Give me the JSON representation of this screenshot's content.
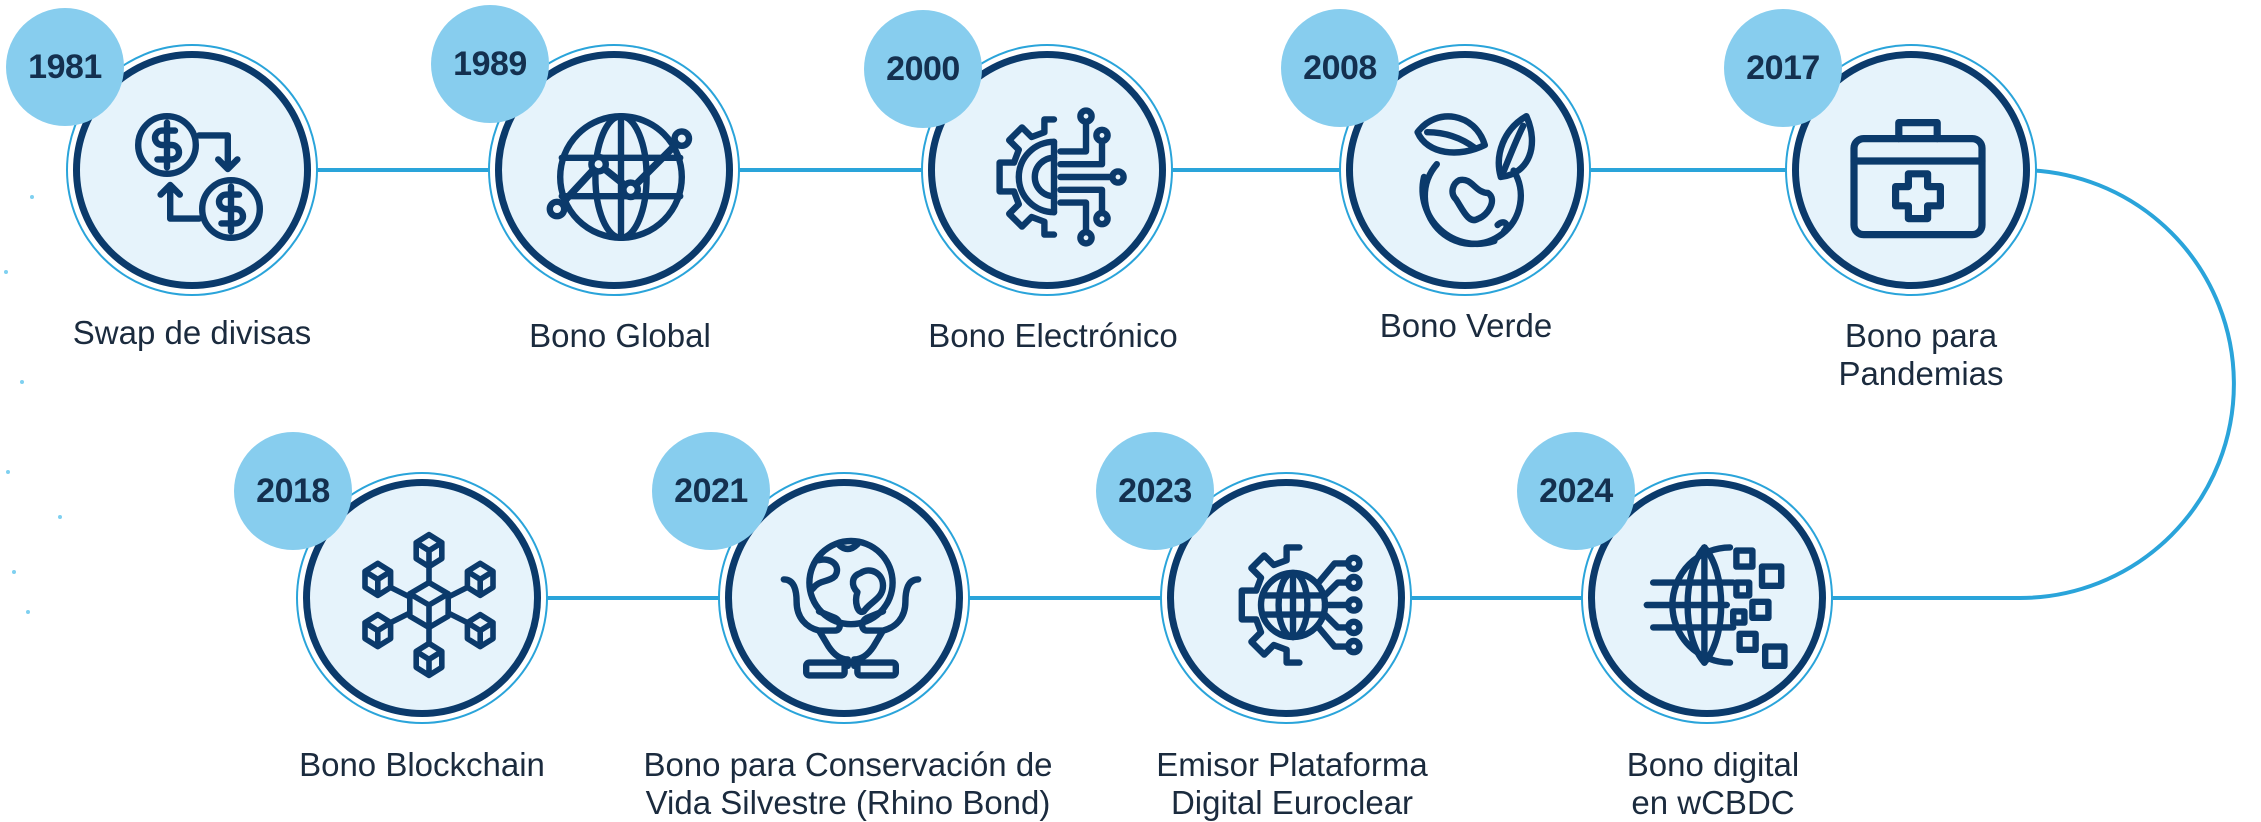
{
  "timeline": [
    {
      "year": "1981",
      "label": [
        "Swap de divisas"
      ],
      "icon": "currency-swap-icon"
    },
    {
      "year": "1989",
      "label": [
        "Bono Global"
      ],
      "icon": "globe-growth-icon"
    },
    {
      "year": "2000",
      "label": [
        "Bono Electrónico"
      ],
      "icon": "digital-gear-icon"
    },
    {
      "year": "2008",
      "label": [
        "Bono Verde"
      ],
      "icon": "eco-globe-icon"
    },
    {
      "year": "2017",
      "label": [
        "Bono para",
        "Pandemias"
      ],
      "icon": "medical-kit-icon"
    },
    {
      "year": "2018",
      "label": [
        "Bono Blockchain"
      ],
      "icon": "blockchain-icon"
    },
    {
      "year": "2021",
      "label": [
        "Bono para Conservación de",
        "Vida Silvestre (Rhino Bond)"
      ],
      "icon": "hands-globe-icon"
    },
    {
      "year": "2023",
      "label": [
        "Emisor Plataforma",
        "Digital Euroclear"
      ],
      "icon": "gear-globe-network-icon"
    },
    {
      "year": "2024",
      "label": [
        "Bono digital",
        "en wCBDC"
      ],
      "icon": "digital-globe-icon"
    }
  ],
  "colors": {
    "node_border": "#0b3a6b",
    "node_fill": "#e6f3fb",
    "accent_ring": "#2aa4da",
    "year_badge": "#87cdee",
    "connector": "#2aa4da",
    "text": "#1b2b3e"
  }
}
